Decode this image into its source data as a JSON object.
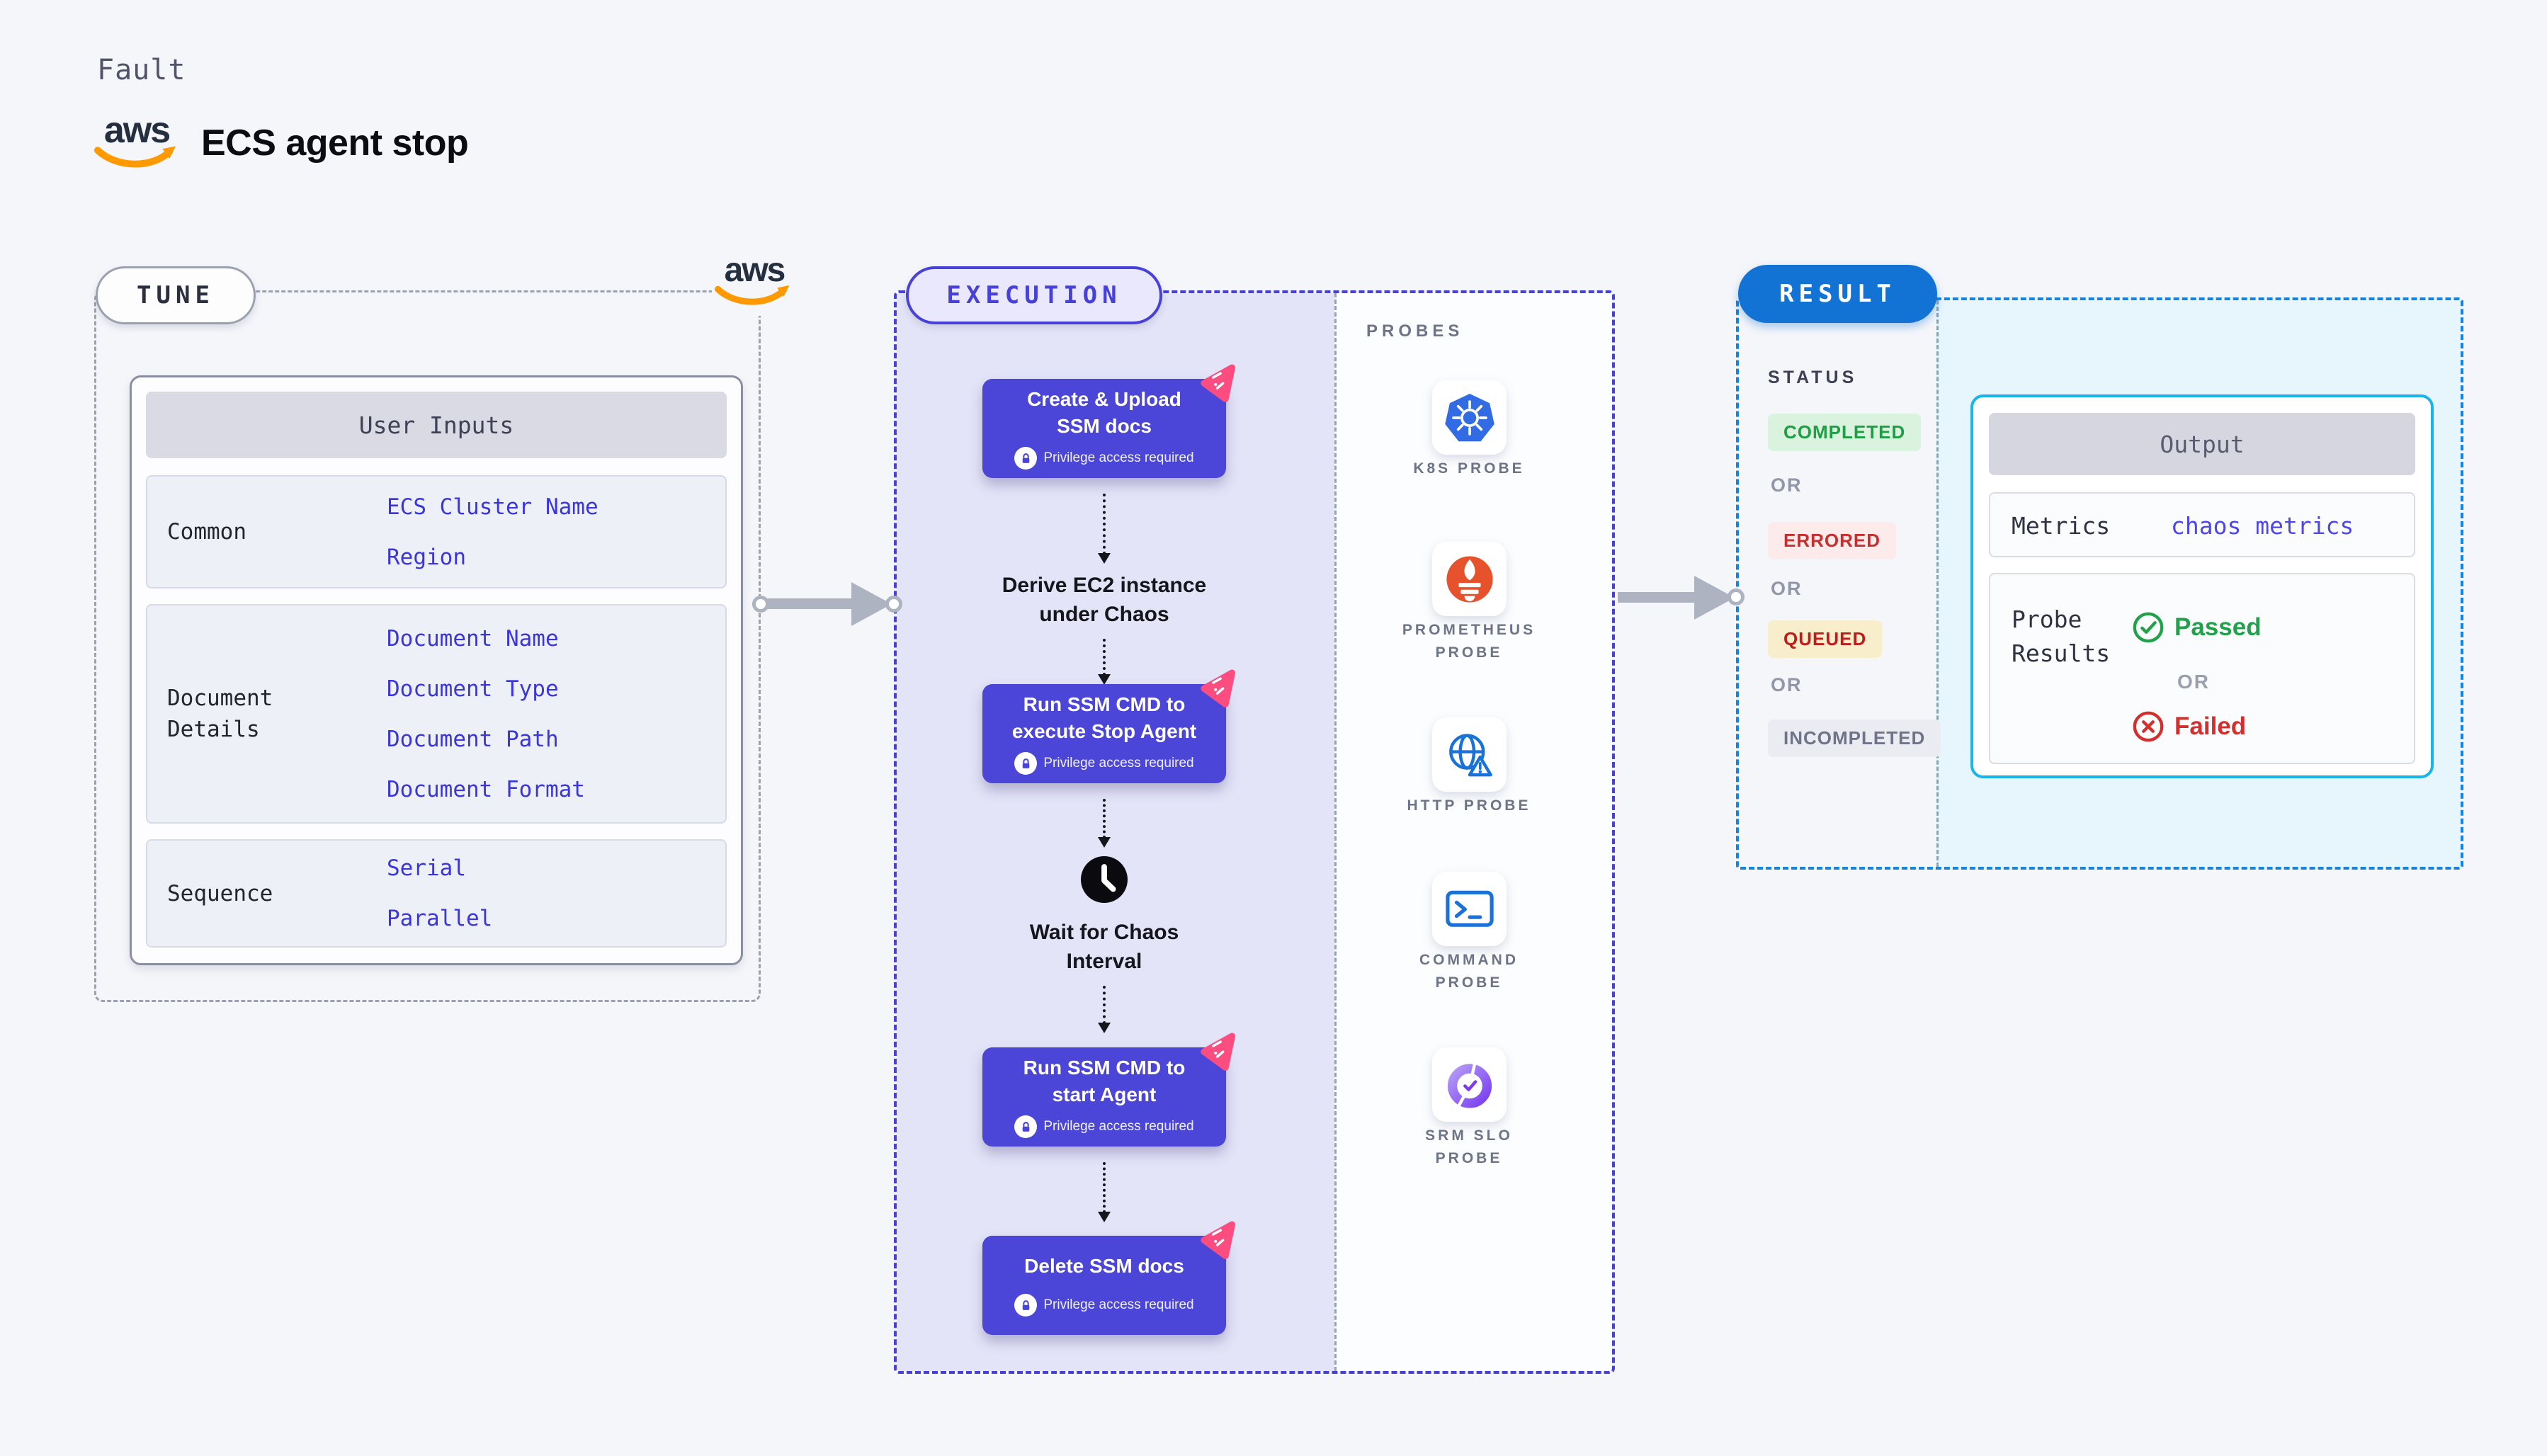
{
  "page": {
    "kind_label": "Fault",
    "title": "ECS agent stop"
  },
  "brand": {
    "aws_text": "aws"
  },
  "tune": {
    "label": "TUNE",
    "table": {
      "header": "User Inputs",
      "rows": [
        {
          "label": "Common",
          "values": [
            "ECS Cluster Name",
            "Region"
          ]
        },
        {
          "label": "Document\nDetails",
          "values": [
            "Document Name",
            "Document Type",
            "Document Path",
            "Document Format"
          ]
        },
        {
          "label": "Sequence",
          "values": [
            "Serial",
            "Parallel"
          ]
        }
      ]
    }
  },
  "execution": {
    "label": "EXECUTION",
    "steps": [
      {
        "title": "Create & Upload\nSSM docs",
        "badge": "Privilege access required"
      },
      {
        "title": "Run SSM CMD to\nexecute Stop Agent",
        "badge": "Privilege access required"
      },
      {
        "title": "Run SSM CMD to\nstart Agent",
        "badge": "Privilege access required"
      },
      {
        "title": "Delete SSM docs",
        "badge": "Privilege access required"
      }
    ],
    "flow_texts": [
      "Derive EC2 instance\nunder Chaos",
      "Wait for Chaos\nInterval"
    ]
  },
  "probes": {
    "label": "PROBES",
    "items": [
      {
        "label": "K8S PROBE",
        "icon": "kubernetes-icon"
      },
      {
        "label": "PROMETHEUS\nPROBE",
        "icon": "prometheus-icon"
      },
      {
        "label": "HTTP PROBE",
        "icon": "http-globe-icon"
      },
      {
        "label": "COMMAND\nPROBE",
        "icon": "terminal-icon"
      },
      {
        "label": "SRM SLO\nPROBE",
        "icon": "slo-donut-icon"
      }
    ]
  },
  "result": {
    "label": "RESULT",
    "status": {
      "label": "STATUS",
      "separator": "OR",
      "badges": [
        {
          "label": "COMPLETED",
          "fg": "#1e9e45",
          "bg": "#daf3de"
        },
        {
          "label": "ERRORED",
          "fg": "#c62f2f",
          "bg": "#fdeaea"
        },
        {
          "label": "QUEUED",
          "fg": "#bf1d1d",
          "bg": "#f9eecb"
        },
        {
          "label": "INCOMPLETED",
          "fg": "#6f7489",
          "bg": "#ebecf2"
        }
      ]
    },
    "output": {
      "header": "Output",
      "metrics_label": "Metrics",
      "metrics_value": "chaos metrics",
      "probe_results_label": "Probe\nResults",
      "passed": "Passed",
      "or": "OR",
      "failed": "Failed"
    }
  },
  "colors": {
    "page_bg": "#f5f6fa",
    "lavender": "#e4e4f8",
    "indigo": "#4a44d6",
    "indigo_border": "#4741d9",
    "pink": "#fb4d80",
    "gray_dash": "#9ba1af",
    "link_blue": "#3b35dc",
    "arrow_gray": "#aeb3c2",
    "k8s_blue": "#326ce5",
    "prom_orange": "#e6522c",
    "icon_blue": "#1a72d8",
    "srm_purple": "#7c3aed",
    "result_blue": "#1273d4",
    "result_dash": "#1583e0",
    "cyan_bg": "#e7f6fc",
    "output_border": "#19b5e9",
    "green": "#1e9e45",
    "red": "#c62f2f",
    "passed": "#21a14a",
    "failed": "#d42f2f",
    "metrics_val": "#4e46e8",
    "aws_orange": "#ff9900"
  }
}
